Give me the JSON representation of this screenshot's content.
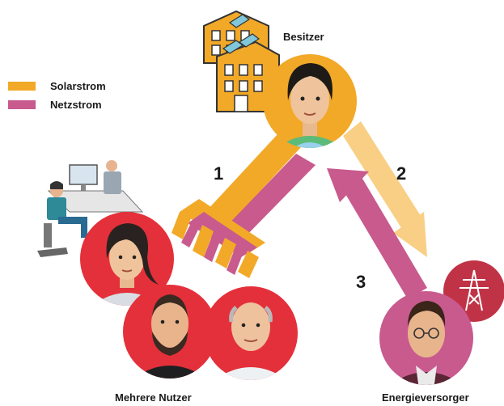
{
  "legend": {
    "items": [
      {
        "label": "Solarstrom",
        "color": "#f2a928"
      },
      {
        "label": "Netzstrom",
        "color": "#c85a8e"
      }
    ]
  },
  "nodes": {
    "owner": {
      "label": "Besitzer"
    },
    "users": {
      "label": "Mehrere Nutzer"
    },
    "supplier": {
      "label": "Energieversorger"
    }
  },
  "steps": [
    "1",
    "2",
    "3"
  ],
  "colors": {
    "solar": "#f2a928",
    "solar_light": "#f8cf84",
    "grid": "#c85a8e",
    "red": "#e4303a",
    "avatar_orange": "#f2a928",
    "avatar_pink": "#c85a8e"
  },
  "icons": [
    "building-icon",
    "office-workers-icon",
    "power-tower-icon"
  ]
}
